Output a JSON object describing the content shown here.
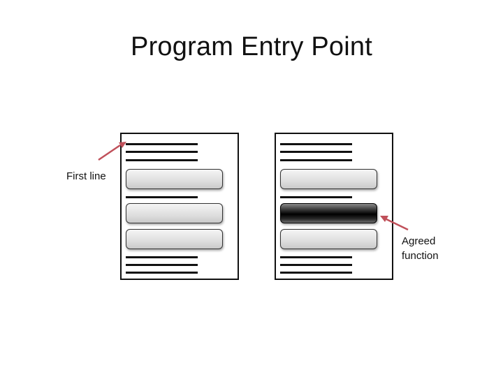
{
  "title": "Program Entry Point",
  "labels": {
    "first_line": "First line",
    "agreed_function_line1": "Agreed",
    "agreed_function_line2": "function"
  },
  "colors": {
    "arrow": "#c0505a",
    "highlight_block": "#000000",
    "normal_block": "#dcdcdc"
  }
}
